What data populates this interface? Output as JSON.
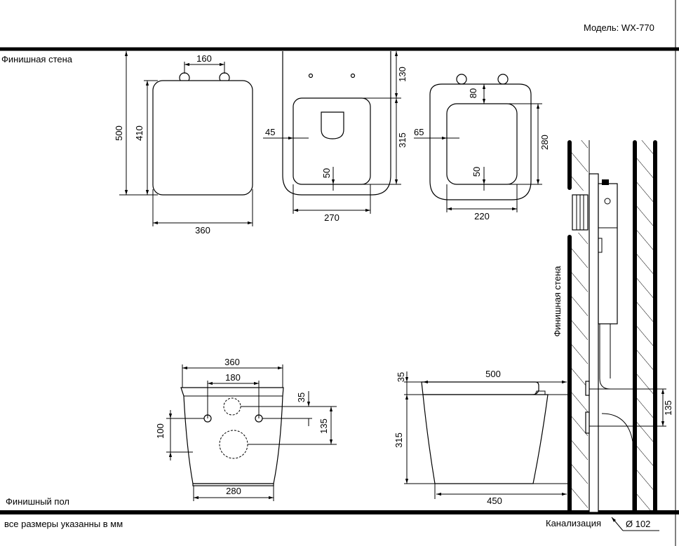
{
  "header": {
    "model_label": "Модель: WX-770"
  },
  "labels": {
    "finish_wall": "Финишная стена",
    "finish_wall_vertical": "Финишная стена",
    "finish_floor": "Финишный пол",
    "units_note": "все размеры указанны в мм",
    "sewer": "Канализация",
    "pipe_diameter": "Ø 102"
  },
  "top_view_seat": {
    "hinge_spacing": "160",
    "total_length": "500",
    "seat_length": "410",
    "width": "360"
  },
  "top_view_bowl": {
    "top_offset": "130",
    "side_offset": "45",
    "inner_length": "315",
    "bottom_offset": "50",
    "inner_width": "270"
  },
  "top_view_rim": {
    "top_offset": "80",
    "side_offset": "65",
    "inner_length": "280",
    "bottom_offset": "50",
    "inner_width": "220"
  },
  "rear_view": {
    "width": "360",
    "bolt_spacing": "180",
    "inlet_offset": "35",
    "bolt_height": "100",
    "outlet_height": "135",
    "base_width": "280"
  },
  "side_view": {
    "seat_height": "35",
    "length": "500",
    "bowl_height": "315",
    "base_length": "450",
    "outlet_height": "135"
  }
}
